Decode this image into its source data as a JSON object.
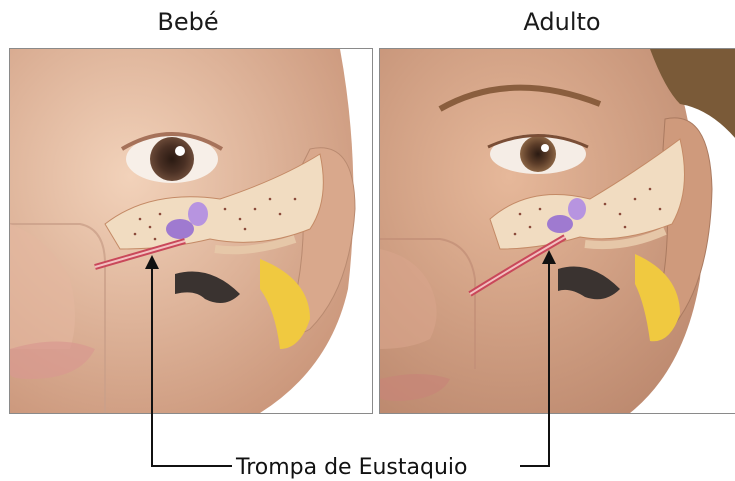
{
  "figure": {
    "left_title": "Bebé",
    "right_title": "Adulto",
    "label": "Trompa de Eustaquio"
  },
  "colors": {
    "skin_baby": "#e9c1a3",
    "skin_adult": "#d9a98a",
    "bone": "#f1dcc1",
    "bone_dots": "#8a4a3a",
    "ossicles": "#9f7ad0",
    "tube": "#c9485a",
    "cartilage": "#f0c940",
    "canal_dark": "#3a3330",
    "line": "#111111"
  }
}
